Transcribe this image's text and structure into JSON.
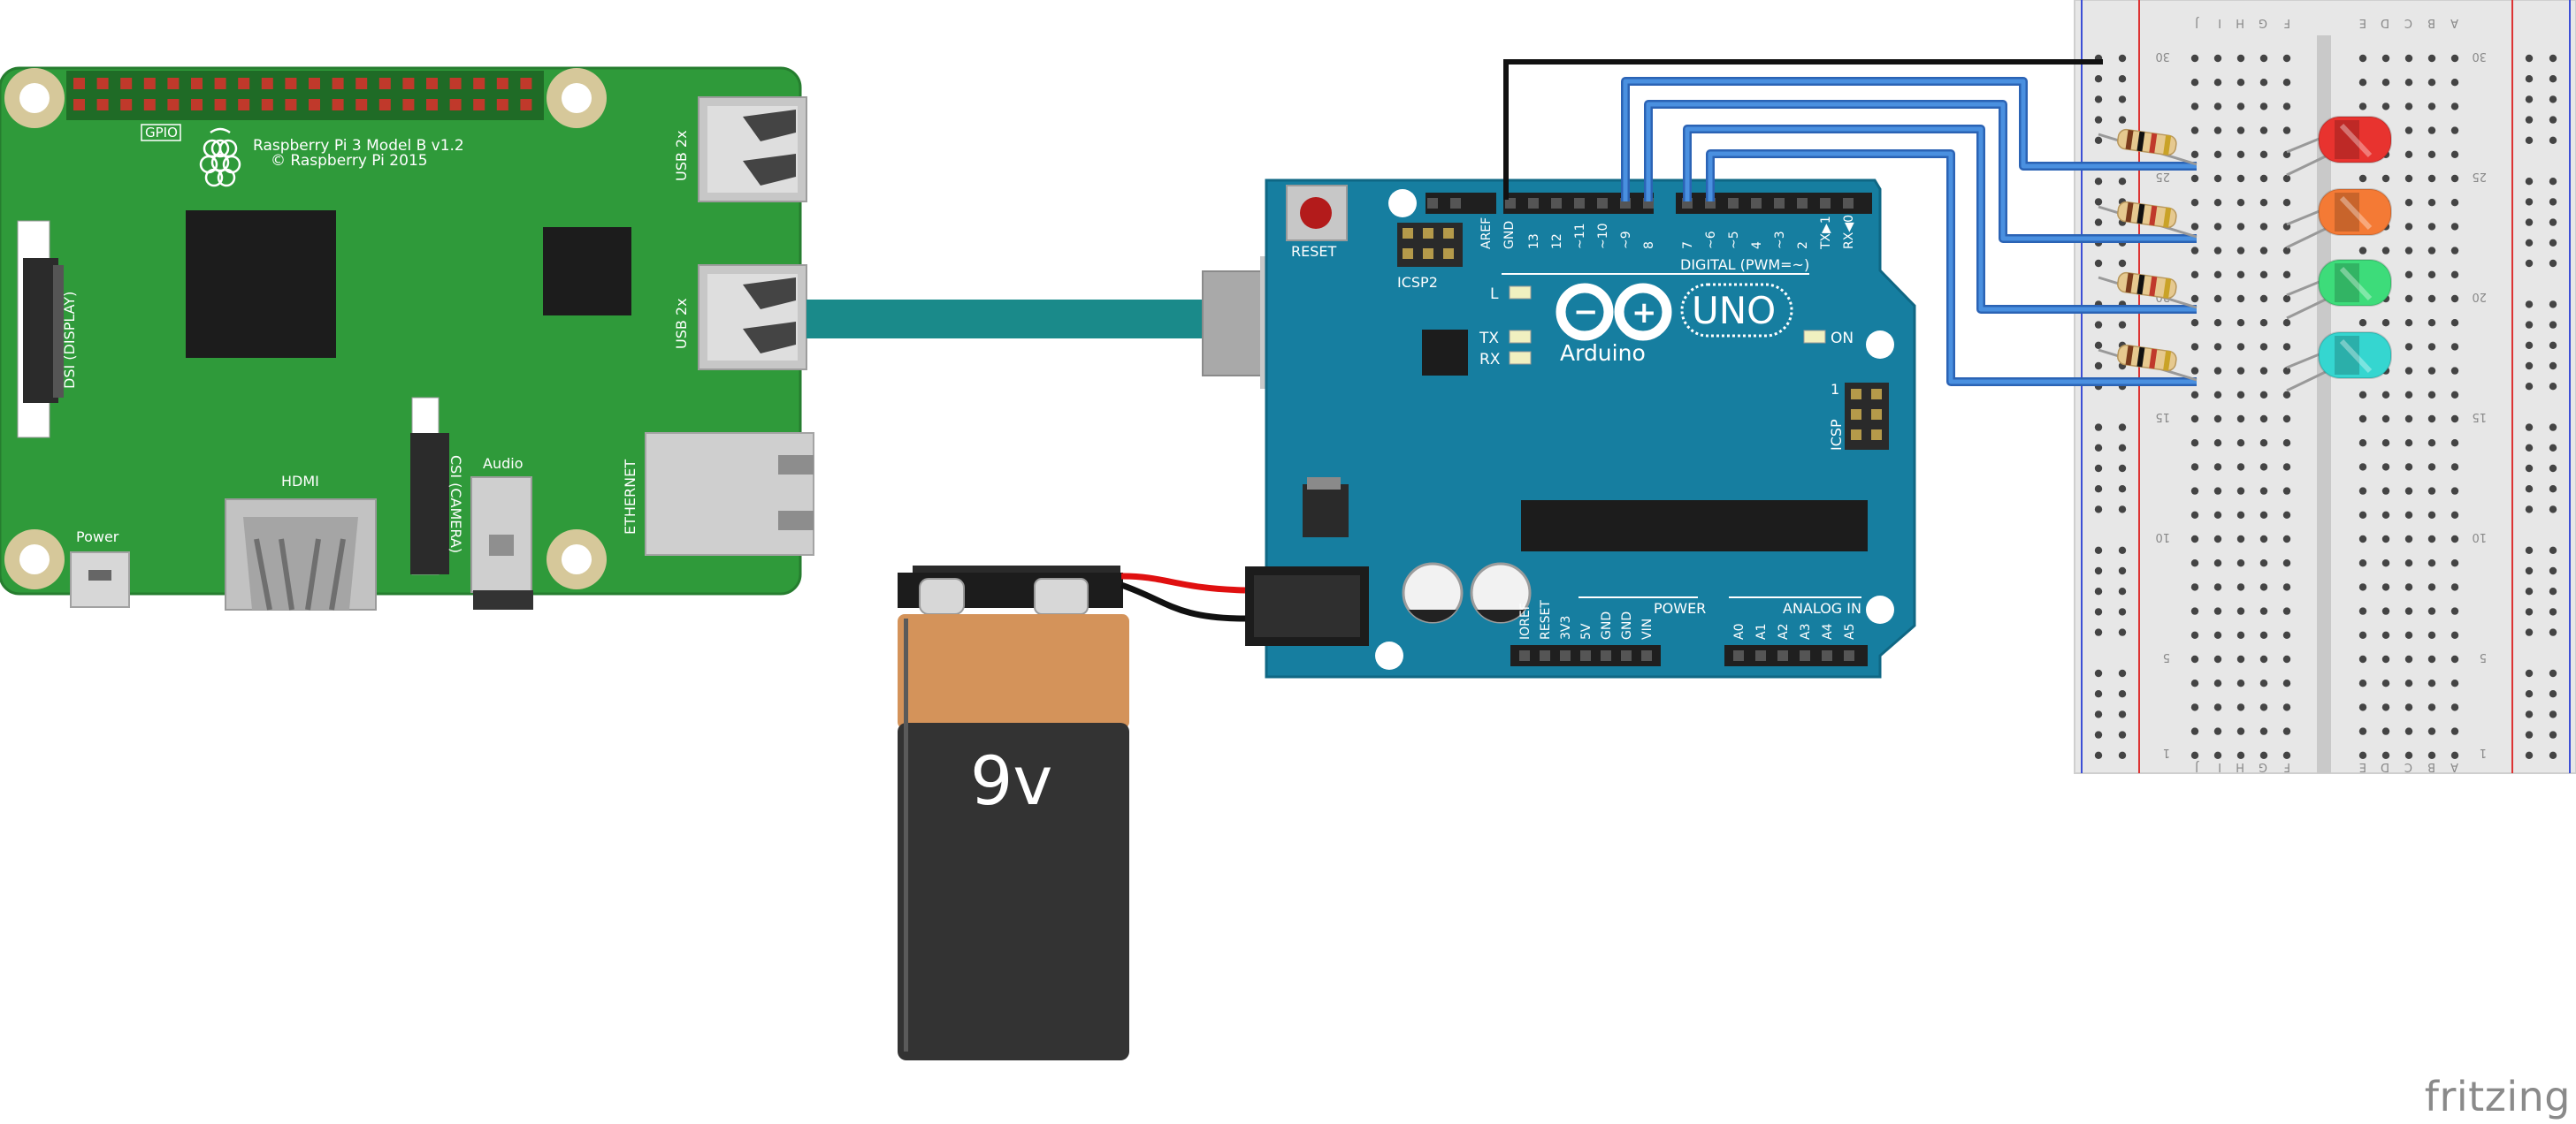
{
  "raspberry_pi": {
    "model_label": "Raspberry Pi 3 Model B v1.2",
    "copyright_label": "© Raspberry Pi 2015",
    "gpio_label": "GPIO",
    "dsi_label": "DSI (DISPLAY)",
    "usb_label_1": "USB 2x",
    "usb_label_2": "USB 2x",
    "hdmi_label": "HDMI",
    "csi_label": "CSI (CAMERA)",
    "audio_label": "Audio",
    "ethernet_label": "ETHERNET",
    "power_label": "Power"
  },
  "arduino": {
    "brand": "Arduino",
    "model": "UNO",
    "reset_label": "RESET",
    "icsp2_label": "ICSP2",
    "icsp_label": "ICSP",
    "l_label": "L",
    "tx_label": "TX",
    "rx_label": "RX",
    "on_label": "ON",
    "digital_label": "DIGITAL (PWM=~)",
    "power_label": "POWER",
    "analog_label": "ANALOG IN",
    "top_pins": [
      "AREF",
      "GND",
      "13",
      "12",
      "~11",
      "~10",
      "~9",
      "8",
      "7",
      "~6",
      "~5",
      "4",
      "~3",
      "2",
      "TX▶1",
      "RX◀0"
    ],
    "power_pins": [
      "IOREF",
      "RESET",
      "3V3",
      "5V",
      "GND",
      "GND",
      "VIN"
    ],
    "analog_pins": [
      "A0",
      "A1",
      "A2",
      "A3",
      "A4",
      "A5"
    ],
    "icsp_pin1": "1"
  },
  "battery": {
    "label": "9v"
  },
  "breadboard": {
    "letters_left": [
      "J",
      "I",
      "H",
      "G",
      "F"
    ],
    "letters_right": [
      "E",
      "D",
      "C",
      "B",
      "A"
    ],
    "row_numbers": [
      "30",
      "25",
      "20",
      "15",
      "10",
      "5",
      "1"
    ]
  },
  "leds": [
    {
      "color_name": "red",
      "color": "#e8332f"
    },
    {
      "color_name": "orange",
      "color": "#f47a35"
    },
    {
      "color_name": "green",
      "color": "#3ddc7a"
    },
    {
      "color_name": "cyan",
      "color": "#35d6d0"
    }
  ],
  "colors": {
    "pi_green": "#2f9a3a",
    "arduino_blue": "#167ea0",
    "wire_blue": "#3a7fd4",
    "usb_cable": "#1a8a8a"
  },
  "watermark": "fritzing"
}
